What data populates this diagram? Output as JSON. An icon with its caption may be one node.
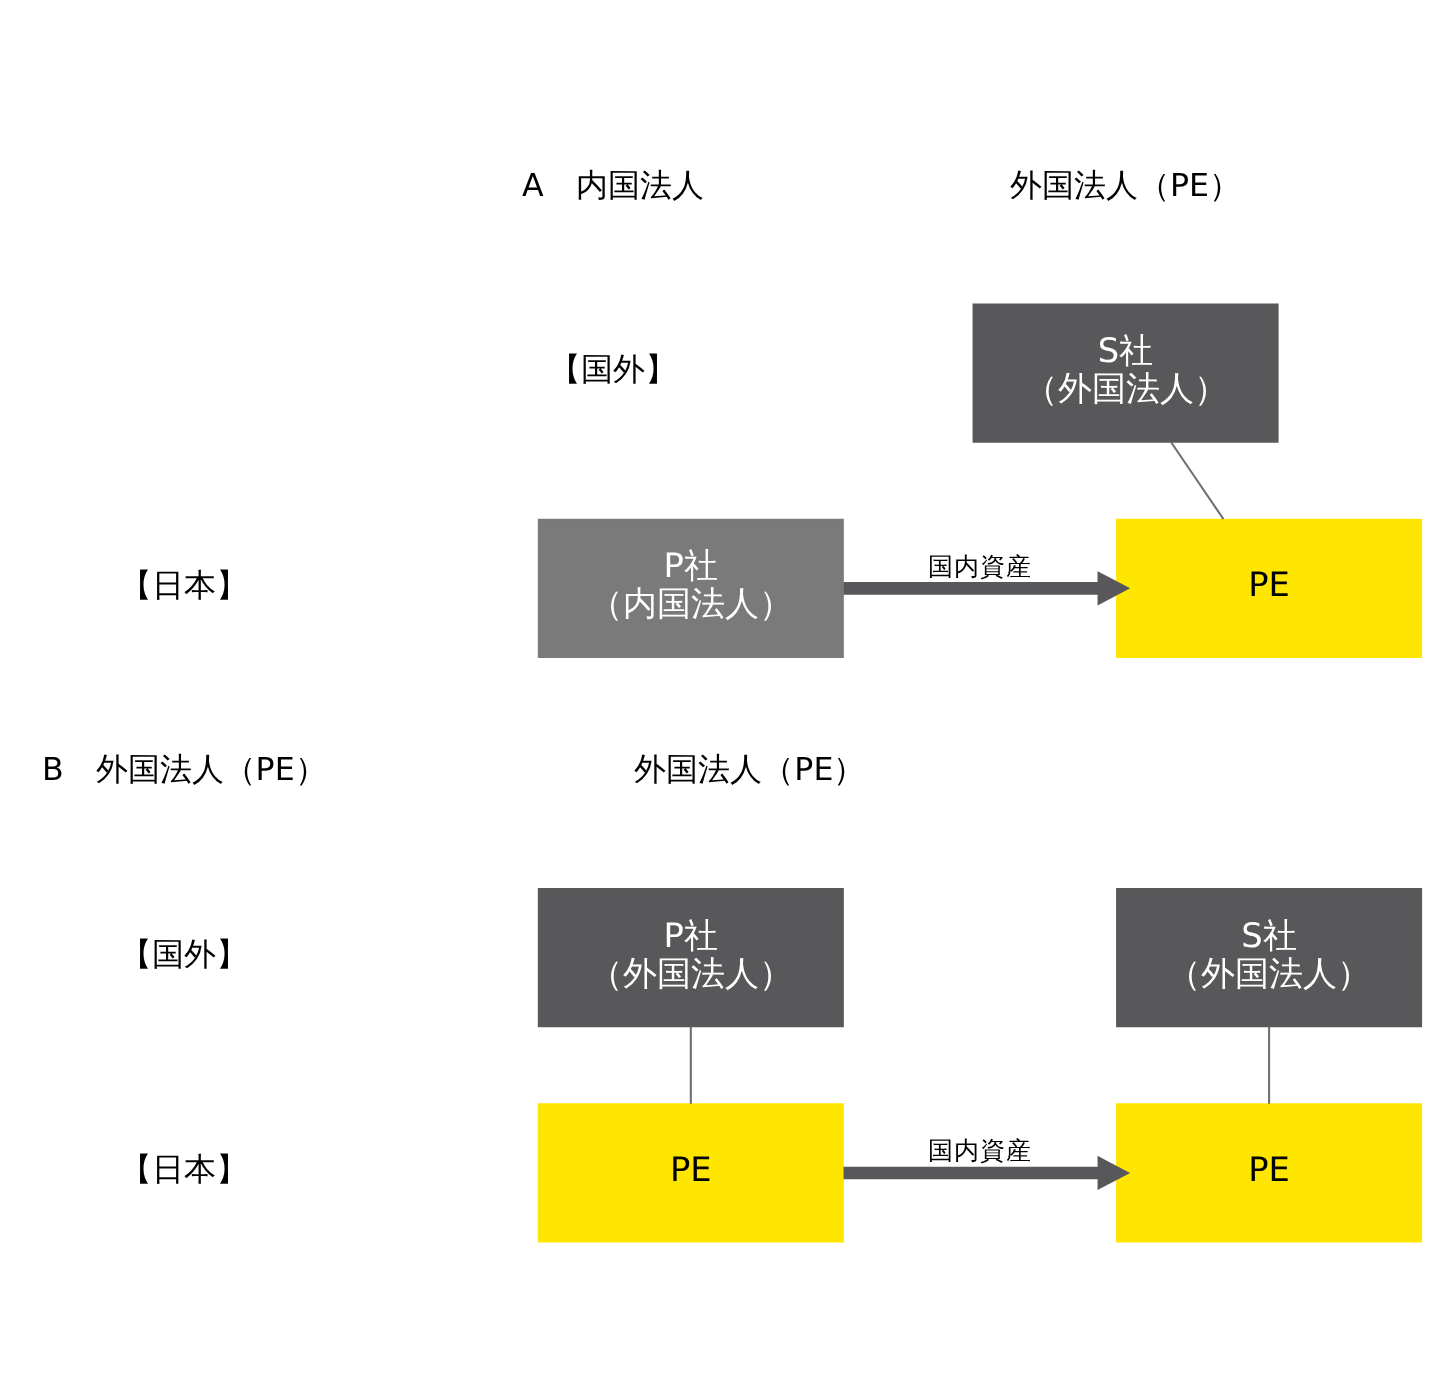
{
  "diagram": {
    "nodes": [
      {
        "text": [
          "S社",
          "（外国法人）"
        ]
      },
      {
        "text": [
          "P社",
          "（内国法人）"
        ]
      },
      {
        "text": [
          "PE"
        ]
      },
      {
        "text": [
          "P社",
          "（外国法人）"
        ]
      },
      {
        "text": [
          "S社",
          "（外国法人）"
        ]
      },
      {
        "text": [
          "PE"
        ]
      },
      {
        "text": [
          "PE"
        ]
      }
    ],
    "edges": [
      {
        "from": 0,
        "to": 2,
        "arrow": "none"
      },
      {
        "from": 1,
        "to": 2,
        "arrow": "to",
        "label": "国内資産",
        "style": "thick",
        "color": "#58585a"
      },
      {
        "from": 3,
        "to": 5,
        "arrow": "none"
      },
      {
        "from": 4,
        "to": 6,
        "arrow": "none"
      },
      {
        "from": 5,
        "to": 6,
        "arrow": "to",
        "label": "国内資産",
        "style": "thick",
        "color": "#58585a"
      }
    ],
    "labels": [
      "A　内国法人",
      "外国法人（PE）",
      "【国外】",
      "【日本】",
      "B　外国法人（PE）",
      "外国法人（PE）",
      "【国外】",
      "【日本】"
    ]
  }
}
